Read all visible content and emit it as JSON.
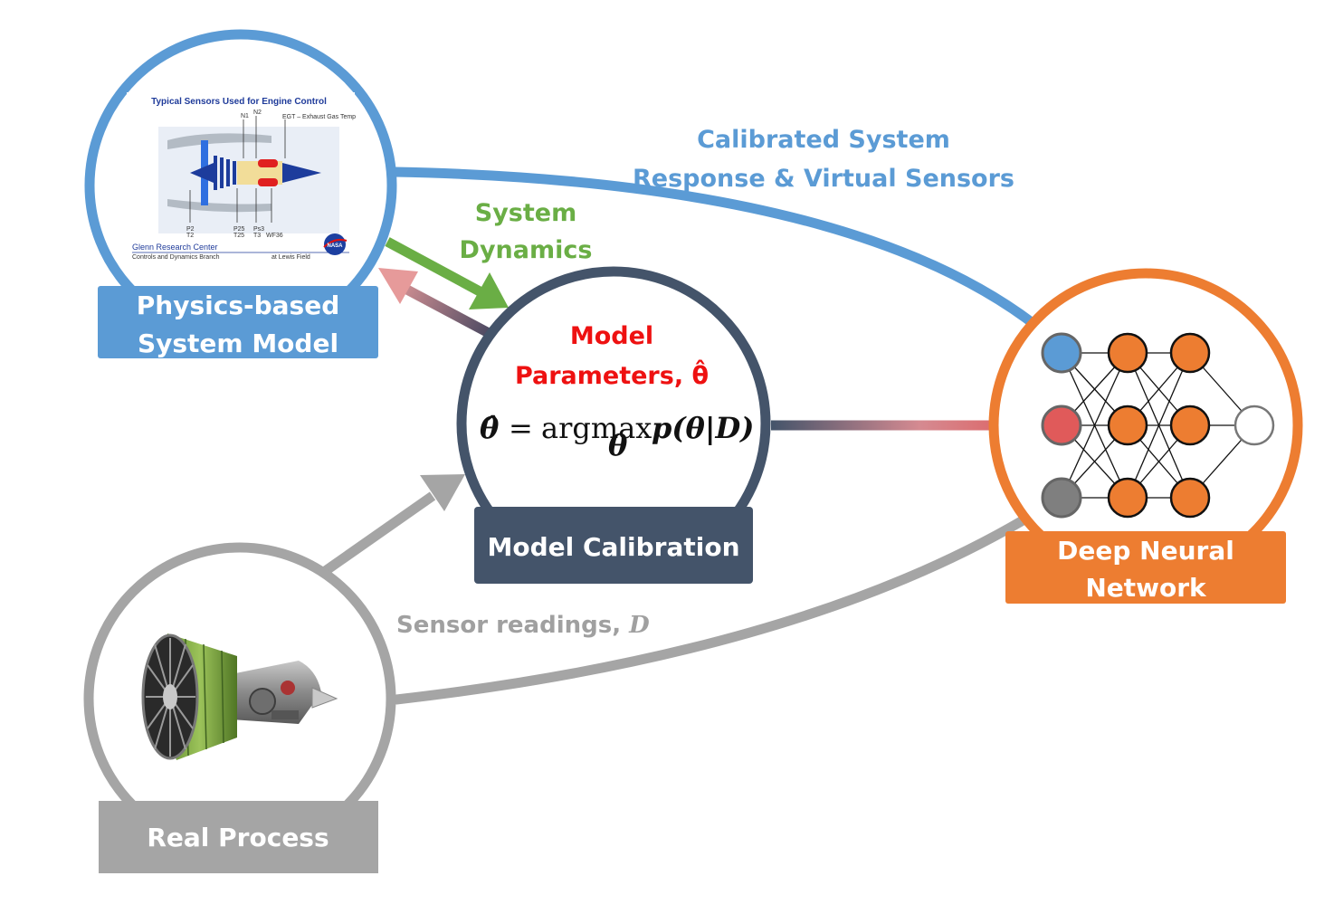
{
  "colors": {
    "physics": "#5b9bd5",
    "calibration": "#44546a",
    "dnn": "#ed7d31",
    "real": "#a5a5a5",
    "dynamics": "#6aae45",
    "parameters": "#ee1111",
    "feedback": "#c57b7d",
    "node_red": "#e05a5a",
    "node_gray": "#7f7f7f"
  },
  "physics": {
    "label_line1": "Physics-based",
    "label_line2": "System Model",
    "inset": {
      "title": "Typical Sensors Used for Engine Control",
      "n1": "N1",
      "n2": "N2",
      "egt": "EGT – Exhaust Gas Temp",
      "p2": "P2",
      "t2": "T2",
      "p25": "P25",
      "t25": "T25",
      "ps3": "Ps3",
      "t3": "T3",
      "wf36": "WF36",
      "center": "Glenn Research Center",
      "sub": "Controls and Dynamics Branch",
      "field": "at Lewis Field",
      "logo": "NASA"
    }
  },
  "calibration": {
    "label": "Model Calibration",
    "params_line1": "Model",
    "params_line2": "Parameters, θ̂",
    "equation_lhs": "θ̂",
    "equation_eq": "=",
    "equation_op": "argmax",
    "equation_sub": "θ",
    "equation_rhs": "p(θ|D)"
  },
  "dnn": {
    "label_line1": "Deep Neural",
    "label_line2": "Network",
    "hidden_layers": 2,
    "hidden_units": 3
  },
  "real": {
    "label": "Real Process"
  },
  "arrows": {
    "calibrated_line1": "Calibrated System",
    "calibrated_line2": "Response & Virtual Sensors",
    "dynamics_line1": "System",
    "dynamics_line2": "Dynamics",
    "sensor_prefix": "Sensor readings, ",
    "sensor_symbol": "D"
  }
}
